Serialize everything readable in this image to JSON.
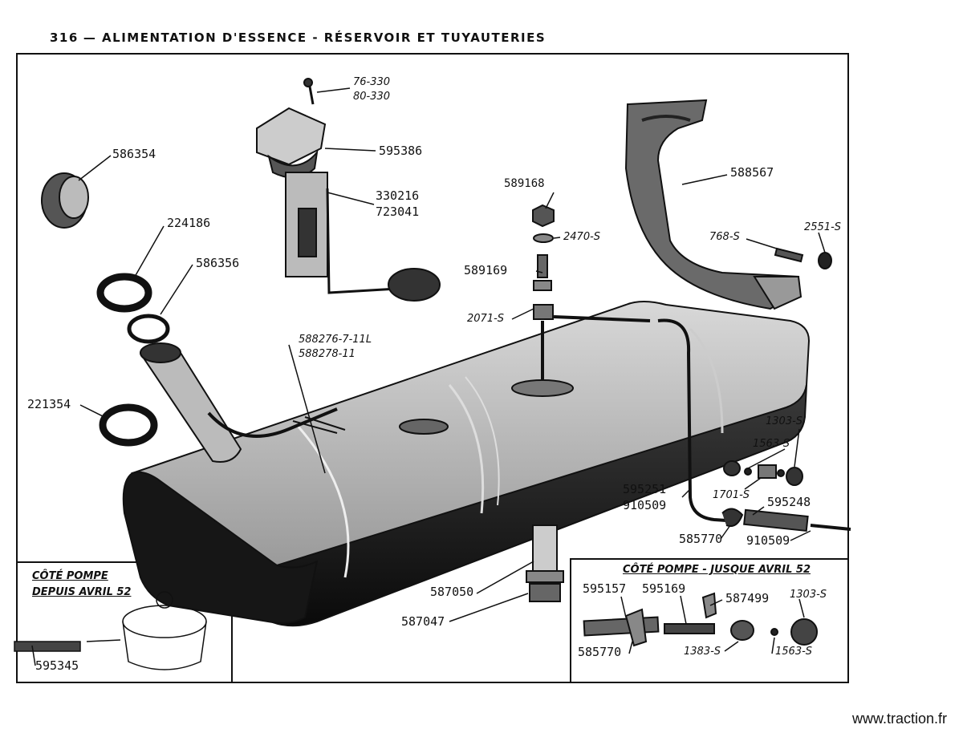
{
  "header": {
    "page_number": "316",
    "title": "— ALIMENTATION D'ESSENCE - RÉSERVOIR ET TUYAUTERIES"
  },
  "insets": {
    "left_title": [
      "CÔTÉ POMPE",
      "DEPUIS AVRIL 52"
    ],
    "right_title": "CÔTÉ POMPE - JUSQUE AVRIL 52"
  },
  "parts": {
    "p76_330": "76-330",
    "p80_330": "80-330",
    "p595386": "595386",
    "p330216": "330216",
    "p723041": "723041",
    "p586354": "586354",
    "p224186": "224186",
    "p586356": "586356",
    "p589168": "589168",
    "p2470s": "2470-S",
    "p589169": "589169",
    "p2071s": "2071-S",
    "p588567": "588567",
    "p768s": "768-S",
    "p2551s": "2551-S",
    "p588276": "588276-7-11L",
    "p588278": "588278-11",
    "p221354": "221354",
    "p1303s": "1303-S",
    "p1563s": "1563-S",
    "p1701s": "1701-S",
    "p595251": "595251",
    "p910509a": "910509",
    "p595248": "595248",
    "p585770": "585770",
    "p910509b": "910509",
    "p587050": "587050",
    "p587047": "587047",
    "p595345": "595345",
    "r595157": "595157",
    "r595169": "595169",
    "r587499": "587499",
    "r1303s": "1303-S",
    "r585770": "585770",
    "r1383s": "1383-S",
    "r1563s": "1563-S"
  },
  "footer": {
    "site": "www.traction.fr"
  }
}
